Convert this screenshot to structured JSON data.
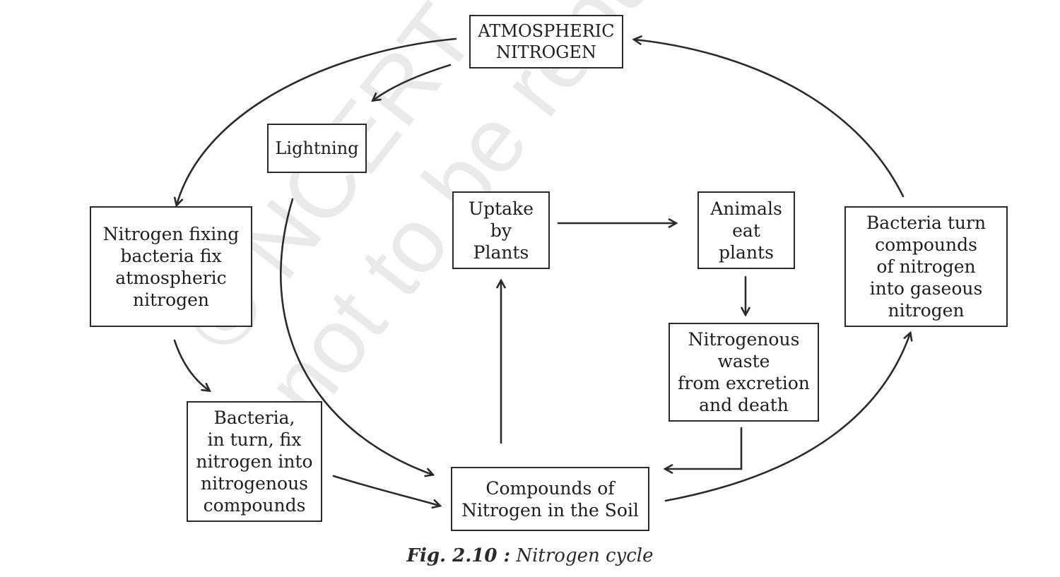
{
  "diagram": {
    "watermark": {
      "line1": "© NCERT",
      "line2": "not to be republished"
    },
    "nodes": {
      "atmospheric_nitrogen": "ATMOSPHERIC\nNITROGEN",
      "lightning": "Lightning",
      "nitrogen_fixing_bacteria": "Nitrogen fixing\nbacteria fix\natmospheric\nnitrogen",
      "bacteria_fix_compounds": "Bacteria,\nin turn, fix\nnitrogen into\nnitrogenous\ncompounds",
      "uptake_by_plants": "Uptake\nby\nPlants",
      "animals_eat_plants": "Animals\neat\nplants",
      "nitrogenous_waste": "Nitrogenous\nwaste\nfrom excretion\nand death",
      "bacteria_turn_gaseous": "Bacteria turn\ncompounds\nof nitrogen\ninto gaseous\nnitrogen",
      "compounds_in_soil": "Compounds of\nNitrogen in the Soil"
    },
    "caption": {
      "figure_number": "Fig. 2.10 :",
      "figure_title": " Nitrogen cycle"
    },
    "colors": {
      "ink": "#2a2a2a",
      "watermark": "#e9e9e9"
    }
  }
}
